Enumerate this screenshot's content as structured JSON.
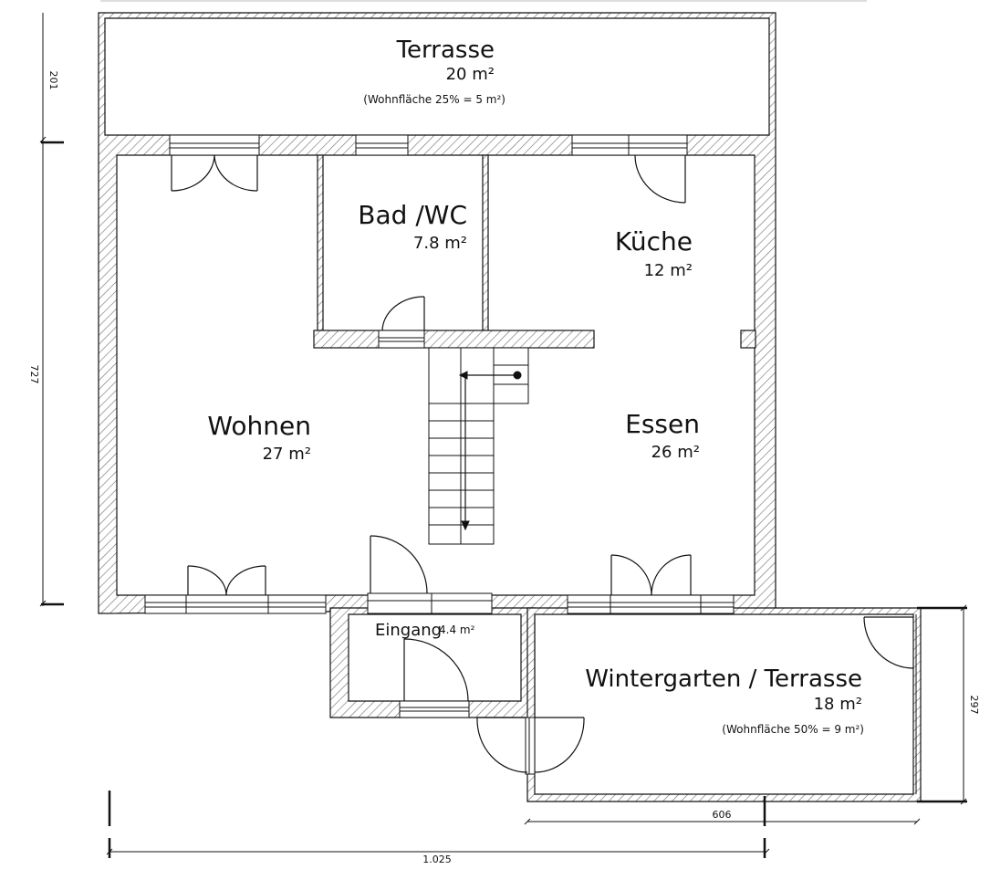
{
  "rooms": {
    "terrasse": {
      "name": "Terrasse",
      "area": "20 m²",
      "note": "(Wohnfläche 25% = 5 m²)"
    },
    "bad": {
      "name": "Bad /WC",
      "area": "7.8 m²"
    },
    "kueche": {
      "name": "Küche",
      "area": "12 m²"
    },
    "wohnen": {
      "name": "Wohnen",
      "area": "27 m²"
    },
    "essen": {
      "name": "Essen",
      "area": "26 m²"
    },
    "eingang": {
      "name": "Eingang",
      "area": "4.4 m²"
    },
    "wintergarten": {
      "name": "Wintergarten / Terrasse",
      "area": "18 m²",
      "note": "(Wohnfläche 50% = 9 m²)"
    }
  },
  "dimensions": {
    "terrasse_depth": "201",
    "house_depth": "727",
    "wintergarten_depth": "297",
    "wintergarten_width": "606",
    "total_width": "1.025"
  },
  "colors": {
    "wall_hatch": "#777777",
    "line": "#111111",
    "background": "#ffffff"
  }
}
